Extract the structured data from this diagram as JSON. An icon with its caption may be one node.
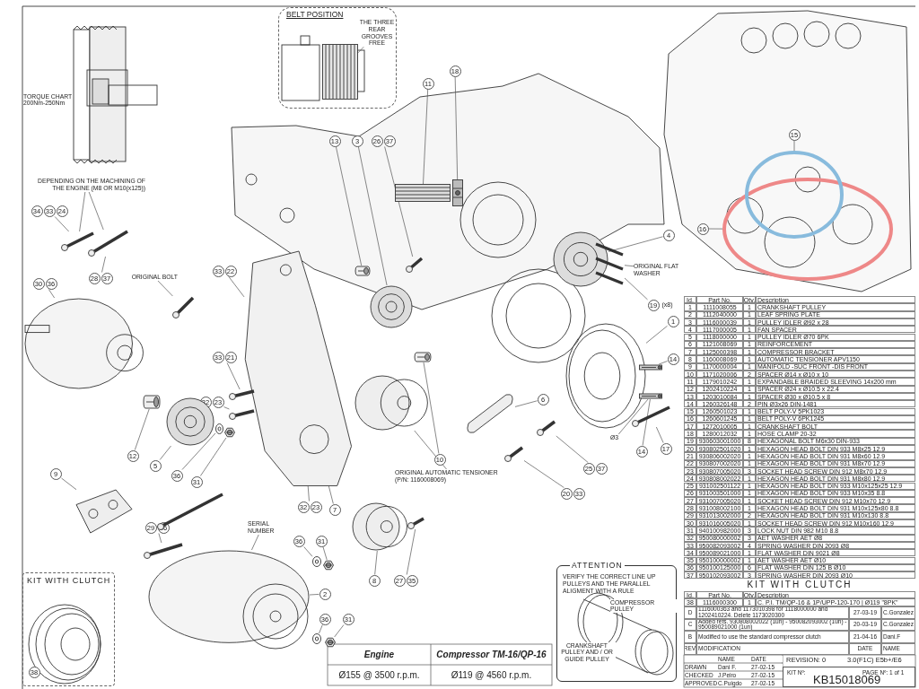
{
  "diagram": {
    "nodes": [
      {
        "text": [
          "BELT POSITION"
        ]
      },
      {
        "text": [
          "THE THREE REAR GROOVES FREE"
        ],
        "in": 0
      },
      {
        "text": [
          "DEPENDING ON THE MACHINING OF THE ENGINE (M8 OR M10(x125))"
        ]
      },
      {
        "text": [
          "34",
          "33",
          "24"
        ]
      },
      {
        "text": [
          "28",
          "37"
        ]
      },
      {
        "text": [
          "30",
          "36"
        ]
      },
      {
        "text": [
          "ORIGINAL BOLT"
        ]
      },
      {
        "text": [
          "33",
          "22"
        ]
      },
      {
        "text": [
          "13"
        ]
      },
      {
        "text": [
          "3"
        ]
      },
      {
        "text": [
          "26",
          "37"
        ]
      },
      {
        "text": [
          "11"
        ]
      },
      {
        "text": [
          "18"
        ]
      },
      {
        "text": [
          "4"
        ]
      },
      {
        "text": [
          "ORIGINAL FLAT WASHER"
        ]
      },
      {
        "text": [
          "19"
        ],
        "beside": [
          "(x8)"
        ]
      },
      {
        "text": [
          "16"
        ]
      },
      {
        "text": [
          "15"
        ]
      },
      {
        "text": [
          "1"
        ]
      },
      {
        "text": [
          "14"
        ]
      },
      {
        "text": [
          "33",
          "21"
        ]
      },
      {
        "text": [
          "32",
          "23"
        ]
      },
      {
        "text": [
          "12"
        ]
      },
      {
        "text": [
          "5"
        ]
      },
      {
        "text": [
          "36"
        ]
      },
      {
        "text": [
          "31"
        ]
      },
      {
        "text": [
          "32",
          "23"
        ]
      },
      {
        "text": [
          "7"
        ]
      },
      {
        "text": [
          "10"
        ]
      },
      {
        "text": [
          "ORIGINAL AUTOMATIC TENSIONER (P/N: 1160008069)"
        ]
      },
      {
        "text": [
          "Ø3"
        ]
      },
      {
        "text": [
          "14"
        ]
      },
      {
        "text": [
          "17"
        ]
      },
      {
        "text": [
          "6"
        ]
      },
      {
        "text": [
          "25",
          "37"
        ]
      },
      {
        "text": [
          "20",
          "33"
        ]
      },
      {
        "text": [
          "9"
        ]
      },
      {
        "text": [
          "29",
          "36"
        ]
      },
      {
        "text": [
          "SERIAL NUMBER"
        ]
      },
      {
        "text": [
          "36"
        ]
      },
      {
        "text": [
          "31"
        ]
      },
      {
        "text": [
          "8"
        ]
      },
      {
        "text": [
          "27",
          "35"
        ]
      },
      {
        "text": [
          "2"
        ]
      },
      {
        "text": [
          "36"
        ]
      },
      {
        "text": [
          "31"
        ]
      },
      {
        "text": [
          "KIT WITH CLUTCH"
        ]
      },
      {
        "text": [
          "38"
        ],
        "in": 46
      },
      {
        "text": [
          "ATTENTION",
          "VERIFY THE CORRECT LINE UP PULLEYS AND THE PARALLEL ALIGMENT WITH A RULE"
        ]
      },
      {
        "text": [],
        "shape": "picture",
        "in": 0
      },
      {
        "text": [],
        "shape": "picture"
      },
      {
        "text": [],
        "shape": "picture"
      },
      {
        "text": [],
        "shape": "picture"
      },
      {
        "text": [],
        "shape": "picture"
      },
      {
        "text": [],
        "shape": "picture"
      },
      {
        "text": [],
        "shape": "picture"
      },
      {
        "text": [],
        "shape": "picture"
      },
      {
        "text": [],
        "shape": "picture"
      },
      {
        "text": [],
        "shape": "picture"
      },
      {
        "text": [],
        "shape": "picture"
      },
      {
        "text": [],
        "shape": "picture"
      },
      {
        "text": [],
        "shape": "picture"
      },
      {
        "text": [],
        "shape": "picture"
      },
      {
        "text": [],
        "shape": "picture"
      },
      {
        "text": [],
        "shape": "picture"
      },
      {
        "text": [],
        "shape": "picture"
      },
      {
        "text": [],
        "shape": "picture"
      },
      {
        "text": [],
        "shape": "picture"
      },
      {
        "text": [],
        "shape": "picture"
      },
      {
        "text": [],
        "shape": "picture"
      },
      {
        "text": [],
        "shape": "picture"
      },
      {
        "text": [],
        "shape": "picture"
      },
      {
        "text": [],
        "shape": "picture"
      },
      {
        "text": [],
        "shape": "picture"
      },
      {
        "text": [],
        "shape": "picture"
      },
      {
        "text": [],
        "shape": "picture"
      },
      {
        "text": [],
        "shape": "picture"
      },
      {
        "text": [],
        "shape": "picture"
      },
      {
        "text": [],
        "shape": "picture"
      },
      {
        "text": [],
        "shape": "picture"
      },
      {
        "text": [],
        "shape": "picture"
      },
      {
        "text": [],
        "shape": "picture"
      },
      {
        "text": [],
        "shape": "picture"
      },
      {
        "text": [],
        "shape": "picture"
      },
      {
        "text": [],
        "shape": "picture"
      },
      {
        "text": [],
        "shape": "picture"
      },
      {
        "text": [],
        "shape": "picture"
      },
      {
        "text": [],
        "shape": "picture"
      },
      {
        "text": [],
        "shape": "picture"
      },
      {
        "text": [
          "KIT Nº:",
          "PAGE Nº: 1 of 1",
          "KB15018069"
        ]
      }
    ],
    "edges": [
      {
        "from": 1,
        "to": 49,
        "arrow": "none"
      },
      {
        "from": 2,
        "to": 50,
        "arrow": "none"
      },
      {
        "from": 2,
        "to": 51,
        "arrow": "none"
      },
      {
        "from": 3,
        "to": 50,
        "arrow": "none"
      },
      {
        "from": 4,
        "to": 51,
        "arrow": "none"
      },
      {
        "from": 5,
        "to": 52,
        "arrow": "none"
      },
      {
        "from": 6,
        "to": 53,
        "arrow": "none"
      },
      {
        "from": 7,
        "to": 54,
        "arrow": "none"
      },
      {
        "from": 8,
        "to": 55,
        "arrow": "none"
      },
      {
        "from": 9,
        "to": 56,
        "arrow": "none"
      },
      {
        "from": 10,
        "to": 57,
        "arrow": "none"
      },
      {
        "from": 11,
        "to": 58,
        "arrow": "none"
      },
      {
        "from": 12,
        "to": 59,
        "arrow": "none"
      },
      {
        "from": 13,
        "to": 60,
        "arrow": "none"
      },
      {
        "from": 14,
        "to": 61,
        "arrow": "none"
      },
      {
        "from": 15,
        "to": 61,
        "arrow": "none"
      },
      {
        "from": 16,
        "to": 62,
        "arrow": "none"
      },
      {
        "from": 17,
        "to": 63,
        "arrow": "none"
      },
      {
        "from": 18,
        "to": 64,
        "arrow": "none"
      },
      {
        "from": 19,
        "to": 65,
        "arrow": "none"
      },
      {
        "from": 20,
        "to": 68,
        "arrow": "none"
      },
      {
        "from": 21,
        "to": 69,
        "arrow": "none"
      },
      {
        "from": 22,
        "to": 70,
        "arrow": "none"
      },
      {
        "from": 23,
        "to": 71,
        "arrow": "none"
      },
      {
        "from": 24,
        "to": 72,
        "arrow": "none"
      },
      {
        "from": 25,
        "to": 73,
        "arrow": "none"
      },
      {
        "from": 26,
        "to": 54,
        "arrow": "none"
      },
      {
        "from": 27,
        "to": 54,
        "arrow": "none"
      },
      {
        "from": 28,
        "to": 75,
        "arrow": "none"
      },
      {
        "from": 29,
        "to": 74,
        "arrow": "none"
      },
      {
        "from": 30,
        "to": 66,
        "arrow": "none"
      },
      {
        "from": 31,
        "to": 66,
        "arrow": "none"
      },
      {
        "from": 32,
        "to": 67,
        "arrow": "none"
      },
      {
        "from": 33,
        "to": 76,
        "arrow": "none"
      },
      {
        "from": 34,
        "to": 77,
        "arrow": "none"
      },
      {
        "from": 35,
        "to": 78,
        "arrow": "none"
      },
      {
        "from": 36,
        "to": 79,
        "arrow": "none"
      },
      {
        "from": 37,
        "to": 80,
        "arrow": "none"
      },
      {
        "from": 37,
        "to": 81,
        "arrow": "none"
      },
      {
        "from": 38,
        "to": 82,
        "arrow": "none"
      },
      {
        "from": 39,
        "to": 83,
        "arrow": "none"
      },
      {
        "from": 40,
        "to": 84,
        "arrow": "none"
      },
      {
        "from": 41,
        "to": 87,
        "arrow": "none"
      },
      {
        "from": 42,
        "to": 88,
        "arrow": "none"
      },
      {
        "from": 43,
        "to": 82,
        "arrow": "none"
      },
      {
        "from": 44,
        "to": 85,
        "arrow": "none"
      },
      {
        "from": 45,
        "to": 86,
        "arrow": "none"
      }
    ],
    "labels": [
      "TORQUE CHART 200Nm-250Nm",
      "COMPRESSOR PULLEY",
      "CRANKSHAFT PULLEY AND / OR GUIDE PULLEY",
      "Engine",
      "Compressor TM-16/QP-16",
      "Ø155 @ 3500 r.p.m.",
      "Ø119 @ 4560 r.p.m.",
      "Id.",
      "Part No.",
      "Qty.",
      "Description",
      "1",
      "1111008055",
      "1",
      "CRANKSHAFT PULLEY",
      "2",
      "1112040000",
      "1",
      "LEAF SPRING PLATE",
      "3",
      "1116000039",
      "1",
      "PULLEY IDLER Ø92 x 28",
      "4",
      "1117000005",
      "1",
      "FAN SPACER",
      "5",
      "1118000000",
      "1",
      "PULLEY IDLER Ø70 6PK",
      "6",
      "1121008069",
      "1",
      "REINFORCEMENT",
      "7",
      "1125000398",
      "1",
      "COMPRESSOR BRACKET",
      "8",
      "1160008069",
      "1",
      "AUTOMATIC TENSIONER APV1150",
      "9",
      "1170000004",
      "1",
      "MANIFOLD -SUC FRONT -DIS FRONT",
      "10",
      "1171020006",
      "2",
      "SPACER Ø14 x Ø10 x 10",
      "11",
      "1179010242",
      "1",
      "EXPANDABLE BRAIDED SLEEVING 14x200 mm",
      "12",
      "1202410224",
      "1",
      "SPACER Ø24 x Ø10.5 x 22.4",
      "13",
      "1203010084",
      "1",
      "SPACER Ø30 x Ø10.5 x 8",
      "14",
      "1260326148",
      "2",
      "PIN Ø3x26 DIN-1481",
      "15",
      "1260501023",
      "1",
      "BELT POLY-V 5PK1023",
      "16",
      "1260601245",
      "1",
      "BELT POLY-V 6PK1245",
      "17",
      "1272010005",
      "1",
      "CRANKSHAFT BOLT",
      "18",
      "1280012032",
      "1",
      "HOSE CLAMP 20-32",
      "19",
      "930603001000",
      "8",
      "HEXAGONAL BOLT M6x30 DIN-933",
      "20",
      "930802501020",
      "1",
      "HEXAGON HEAD BOLT DIN 933 M8x25 12.9",
      "21",
      "930806002020",
      "1",
      "HEXAGON HEAD BOLT DIN 931 M8x60 12.9",
      "22",
      "930807002020",
      "1",
      "HEXAGON HEAD BOLT DIN 931 M8x70 12.9",
      "23",
      "930807005020",
      "3",
      "SOCKET HEAD SCREW DIN 912 M8x70 12.9",
      "24",
      "930808002022",
      "1",
      "HEXAGON HEAD BOLT DIN 931 M8x80 12.9",
      "25",
      "931002501122",
      "1",
      "HEXAGON HEAD BOLT DIN 933 M10x125x25 12.9",
      "26",
      "931003501000",
      "1",
      "HEXAGON HEAD BOLT DIN 933 M10x35 8.8",
      "27",
      "931007005020",
      "1",
      "SOCKET HEAD SCREW DIN 912 M10x70 12.9",
      "28",
      "931008002100",
      "1",
      "HEXAGON HEAD BOLT DIN 931 M10x125x80 8.8",
      "29",
      "931013002000",
      "2",
      "HEXAGON HEAD BOLT DIN 931 M10x130 8.8",
      "30",
      "931016005020",
      "1",
      "SOCKET HEAD SCREW DIN 912 M10x160 12.9",
      "31",
      "940100982000",
      "3",
      "LOCK NUT DIN 982 M10 8.8",
      "32",
      "950080000002",
      "3",
      "AET WASHER AET Ø8",
      "33",
      "950082093002",
      "4",
      "SPRING WASHER DIN 2093 Ø8",
      "34",
      "950089021000",
      "1",
      "FLAT WASHER DIN 9021 Ø8",
      "35",
      "950100000002",
      "1",
      "AET WASHER AET Ø10",
      "36",
      "950100125000",
      "6",
      "FLAT WASHER DIN 125 B Ø10",
      "37",
      "950102093002",
      "3",
      "SPRING WASHER DIN 2093 Ø10",
      "KIT WITH CLUTCH",
      "Id.",
      "Part No.",
      "Qty.",
      "Description",
      "38",
      "1116000300",
      "1",
      "C. P.I. TM/QP-16 & 1P/UPP-120-170 | Ø119 \"8PK\"",
      "D",
      "1116000363 and 1173010398 for 1118000000 and 1202410224. Delete 1173020300",
      "27-03-19",
      "C.Gonzalez",
      "C",
      "Added refs. 930808002022 (1un) - 950082093002 (1un) - 950089021000 (1un)",
      "20-03-19",
      "C.Gonzalez",
      "B",
      "Modified to use the standard compressor clutch",
      "21-04-16",
      "Dani.F",
      "REV.",
      "MODIFICATION",
      "DATE",
      "NAME",
      "NAME",
      "DATE",
      "DRAWN",
      "Dani F.",
      "27-02-15",
      "CHECKED",
      "J.Peiro",
      "27-02-15",
      "APPROVED",
      "C.Puigdo",
      "27-02-15",
      "REVISION: 0",
      "3.0(F1C) E5b+/E6"
    ]
  }
}
